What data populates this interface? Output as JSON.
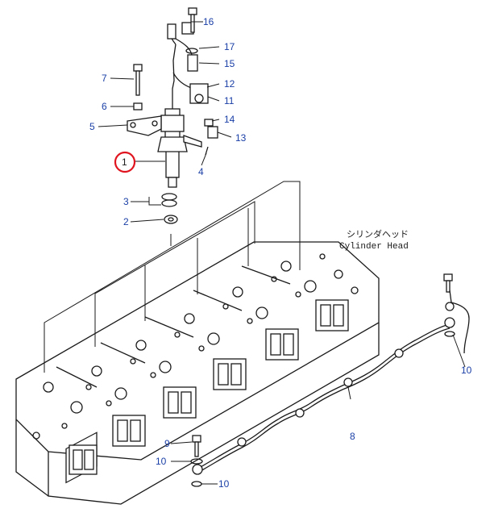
{
  "caption": {
    "jp": "シリンダヘッド",
    "en": "Cylinder Head"
  },
  "callouts": {
    "c1": "1",
    "c2": "2",
    "c3": "3",
    "c4": "4",
    "c5": "5",
    "c6": "6",
    "c7": "7",
    "c8": "8",
    "c9": "9",
    "c10a": "10",
    "c10b": "10",
    "c10c": "10",
    "c11": "11",
    "c12": "12",
    "c13": "13",
    "c14": "14",
    "c15": "15",
    "c16": "16",
    "c17": "17"
  },
  "colors": {
    "callout_text": "#1a3fa6",
    "highlight_ring": "#e0141e",
    "linework": "#1a1a1a"
  }
}
